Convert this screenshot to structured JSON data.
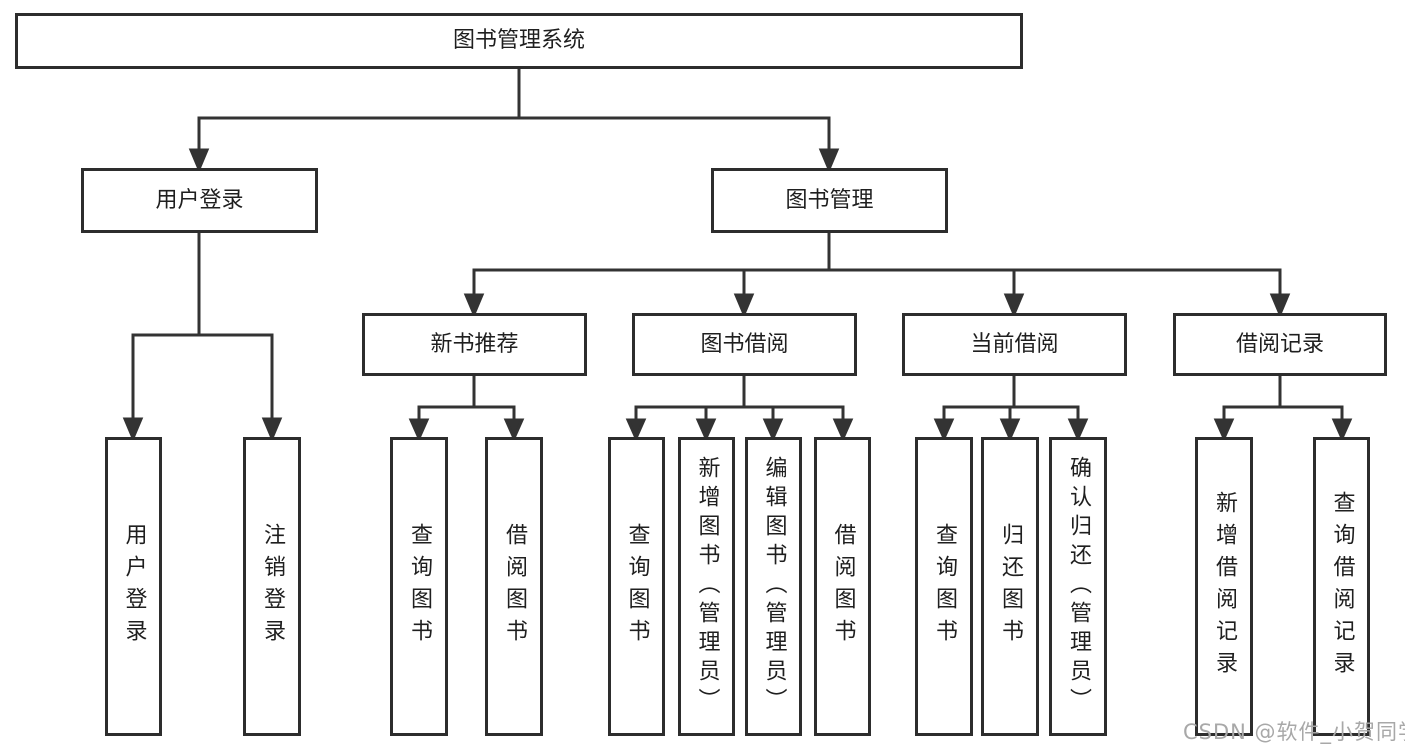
{
  "colors": {
    "box_border": "#2d2d2d",
    "connector_line": "#333333",
    "text": "#1f1f1f",
    "watermark_text": "#a8a8a8",
    "background": "#ffffff"
  },
  "tree": {
    "root": {
      "label": "图书管理系统"
    },
    "branches": [
      {
        "label": "用户登录",
        "children": [
          {
            "label": "用户登录"
          },
          {
            "label": "注销登录"
          }
        ]
      },
      {
        "label": "图书管理",
        "children": [
          {
            "label": "新书推荐",
            "children": [
              {
                "label": "查询图书"
              },
              {
                "label": "借阅图书"
              }
            ]
          },
          {
            "label": "图书借阅",
            "children": [
              {
                "label": "查询图书"
              },
              {
                "label": "新增图书（管理员）"
              },
              {
                "label": "编辑图书（管理员）"
              },
              {
                "label": "借阅图书"
              }
            ]
          },
          {
            "label": "当前借阅",
            "children": [
              {
                "label": "查询图书"
              },
              {
                "label": "归还图书"
              },
              {
                "label": "确认归还（管理员）"
              }
            ]
          },
          {
            "label": "借阅记录",
            "children": [
              {
                "label": "新增借阅记录"
              },
              {
                "label": "查询借阅记录"
              }
            ]
          }
        ]
      }
    ]
  },
  "watermark": {
    "text": "CSDN @软件_小贺同学"
  }
}
